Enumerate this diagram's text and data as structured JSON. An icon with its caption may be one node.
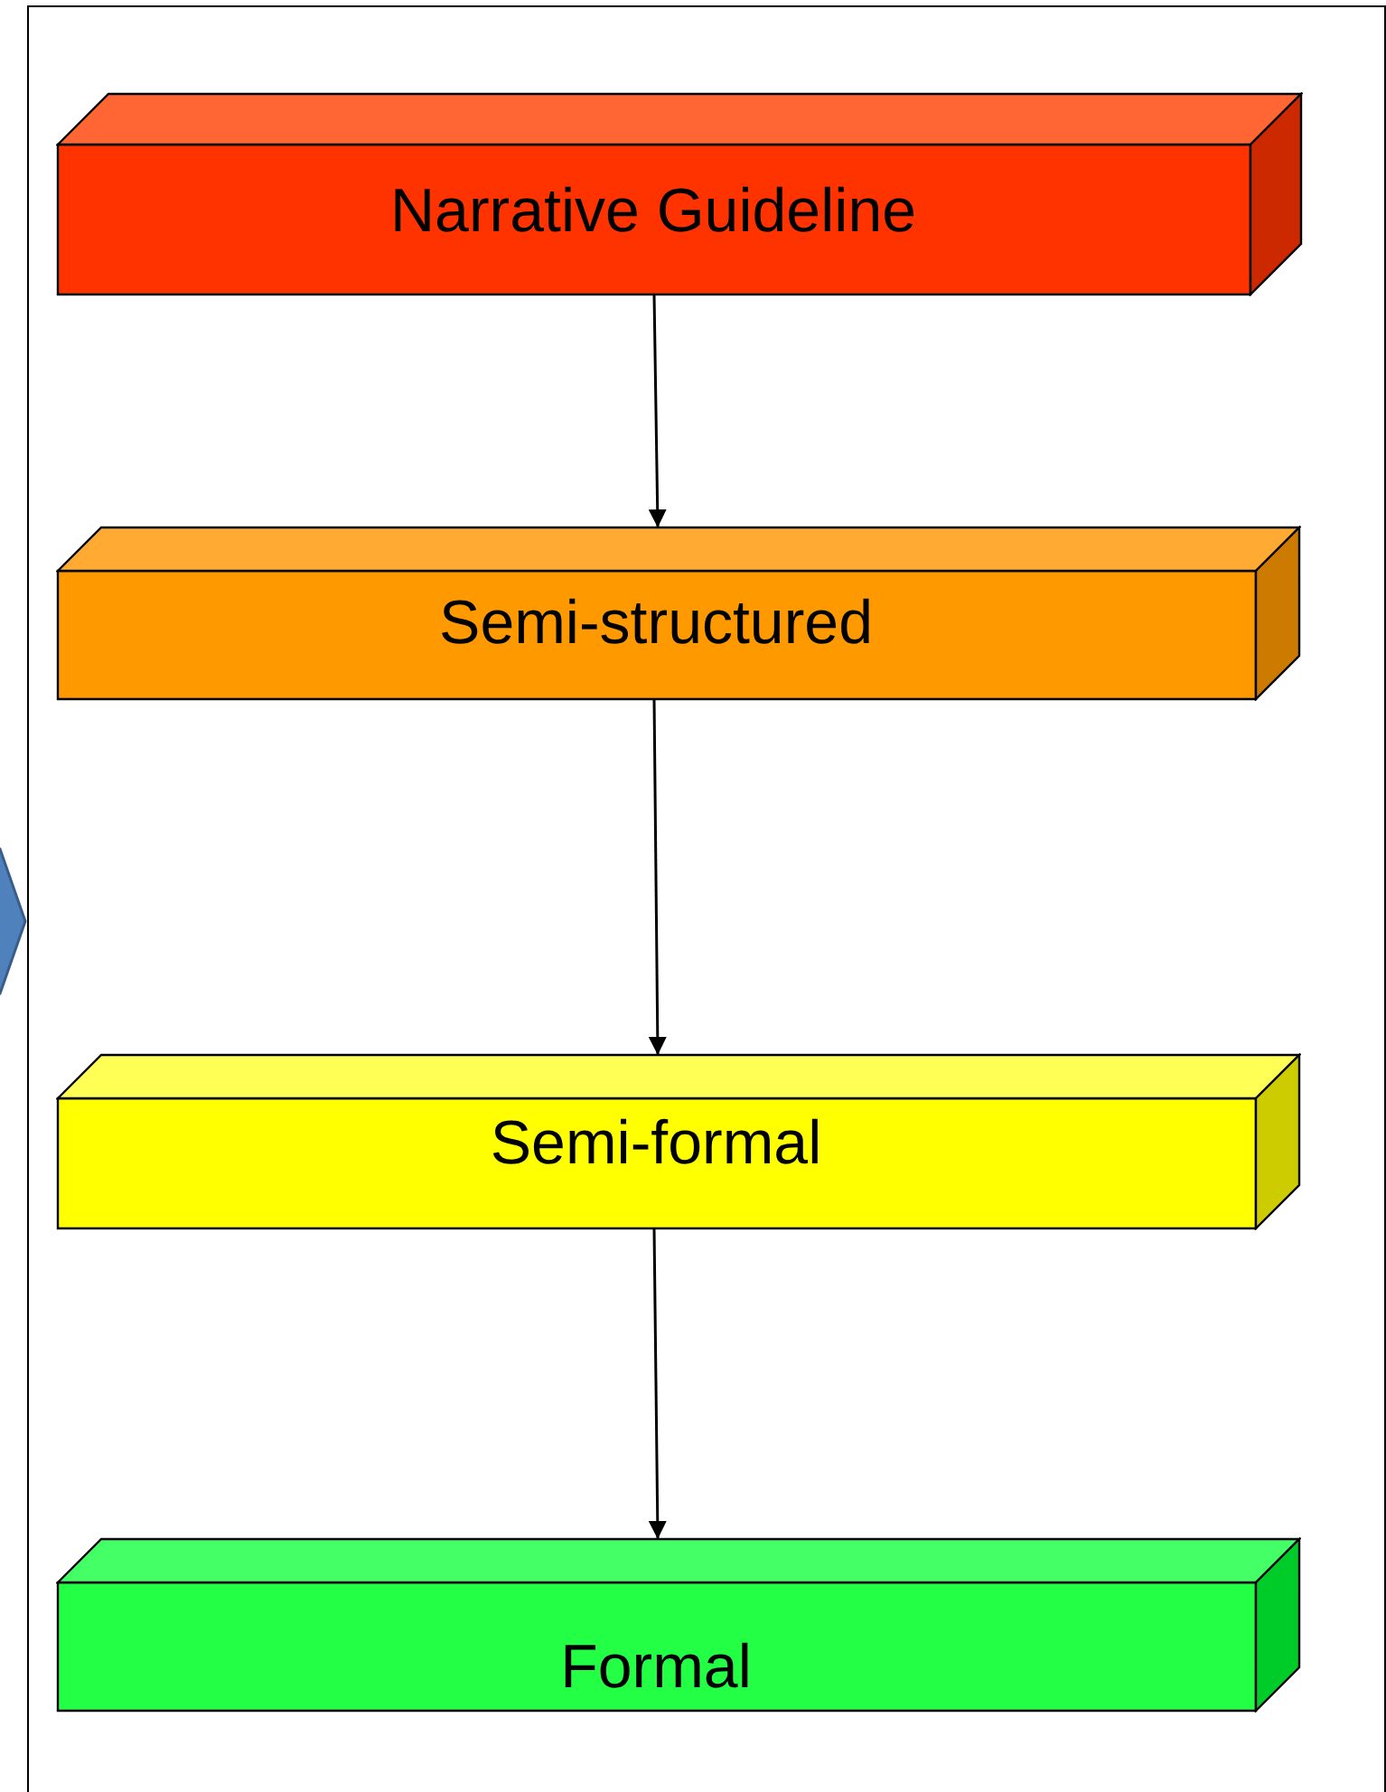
{
  "diagram": {
    "nodes": [
      {
        "text": [],
        "shape": "box"
      },
      {
        "text": [
          "Narrative Guideline"
        ],
        "in": 0
      },
      {
        "text": [
          "Semi-structured"
        ],
        "in": 0
      },
      {
        "text": [
          "Semi-formal"
        ],
        "in": 0
      },
      {
        "text": [
          "Formal"
        ],
        "in": 0
      }
    ],
    "edges": [
      {
        "from": 1,
        "to": 2,
        "arrow": "to"
      },
      {
        "from": 2,
        "to": 3,
        "arrow": "to"
      },
      {
        "from": 3,
        "to": 4,
        "arrow": "to"
      }
    ]
  }
}
